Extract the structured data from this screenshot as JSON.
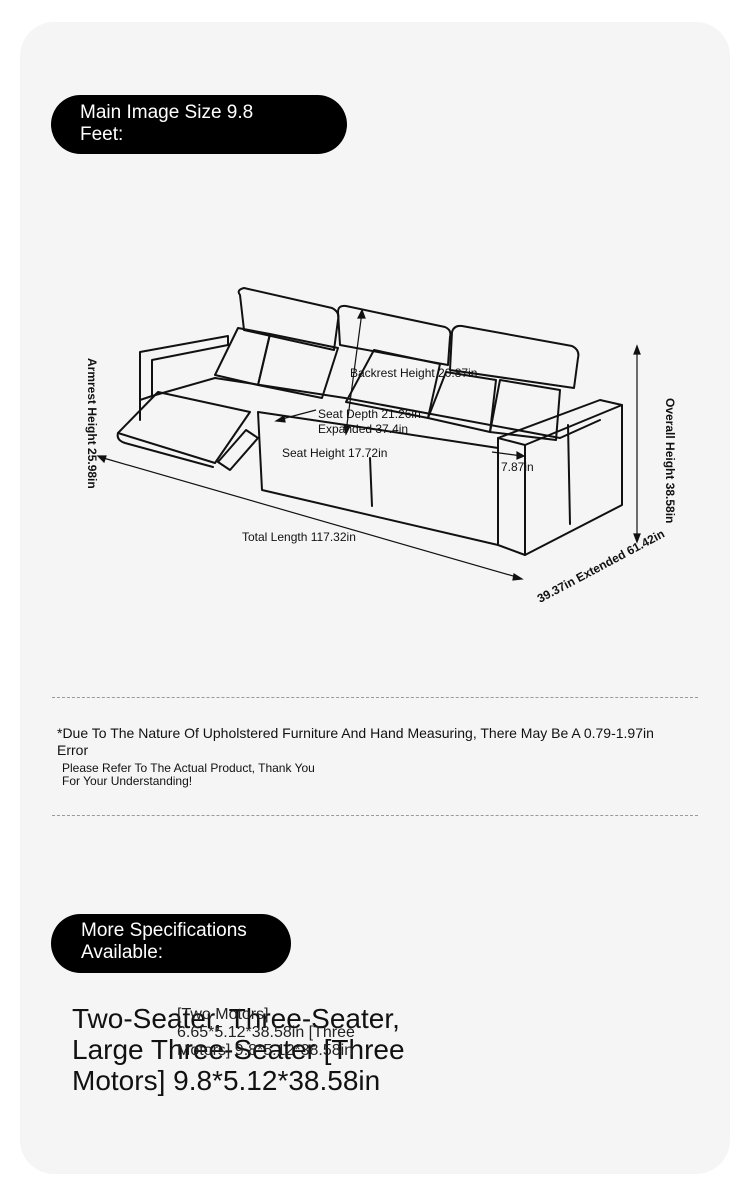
{
  "header": {
    "title_line1": "Main Image Size 9.8",
    "title_line2": "Feet:"
  },
  "dimensions": {
    "armrest_height": "Armrest Height 25.98in",
    "backrest_height": "Backrest Height 20.87in",
    "seat_depth_line1": "Seat Depth 21.26in",
    "seat_depth_line2": "Expanded 37.4in",
    "seat_height": "Seat Height 17.72in",
    "arm_width": "7.87in",
    "overall_height": "Overall Height 38.58in",
    "total_length": "Total Length 117.32in",
    "depth": "39.37in Extended 61.42in"
  },
  "note": {
    "main": "*Due To The Nature Of Upholstered Furniture And Hand Measuring, There May Be A 0.79-1.97in Error",
    "sub_line1": "Please Refer To The Actual Product, Thank You",
    "sub_line2": "For Your Understanding!"
  },
  "specs": {
    "title_line1": "More Specifications",
    "title_line2": "Available:",
    "primary": "Two-Seater, Three-Seater, Large Three-Seater [Three Motors] 9.8*5.12*38.58in",
    "secondary": "[Two Motors] 6.65*5.12*38.58in [Three Motors] 9.8*5.12*38.58in"
  },
  "colors": {
    "pill_bg": "#000000",
    "card_bg": "#f5f5f5"
  }
}
